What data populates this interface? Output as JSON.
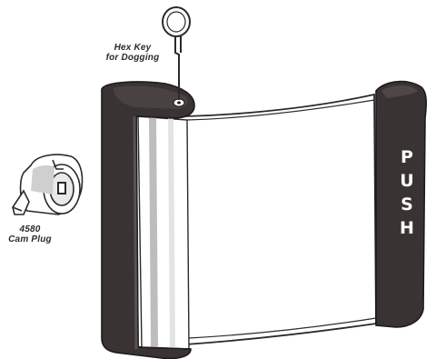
{
  "hex_key_label": [
    "Hex Key",
    "for Dogging"
  ],
  "cam_plug_label": [
    "4580",
    "Cam Plug"
  ],
  "push_text": [
    "P",
    "U",
    "S",
    "H"
  ],
  "colors": {
    "housing": "#3a3333",
    "panel": "#ffffff",
    "line": "#2a2a2a",
    "shadow": "#bdbdbd"
  }
}
